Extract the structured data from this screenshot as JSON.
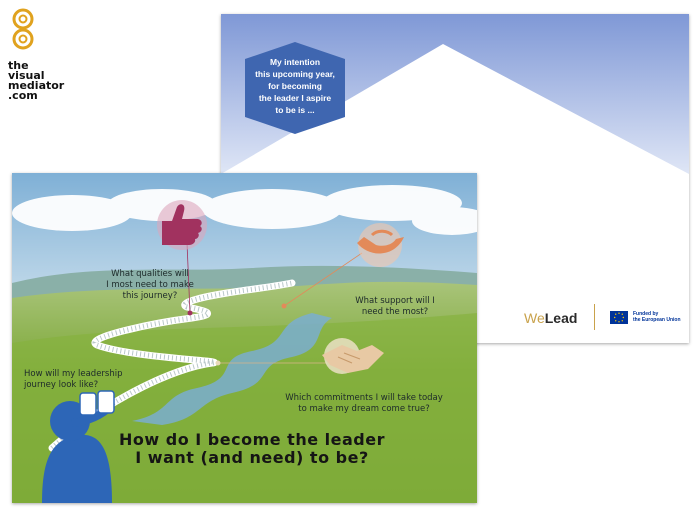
{
  "logo": {
    "line1": "the",
    "line2": "visual",
    "line3": "mediator",
    "line4": ".com"
  },
  "back_card": {
    "intention_lines": [
      "My intention",
      "this upcoming year,",
      "for becoming",
      "the leader I aspire",
      "to be is ..."
    ],
    "brand_we": "We",
    "brand_lead": "Lead",
    "eu_line1": "Funded by",
    "eu_line2": "the European Union"
  },
  "front_card": {
    "q_qualities": [
      "What qualities will",
      "I most need to make",
      "this journey?"
    ],
    "q_support": [
      "What support will I",
      "need the most?"
    ],
    "q_journey": [
      "How will my leadership",
      "journey look like?"
    ],
    "q_commitments": [
      "Which commitments I will take today",
      "to make my dream come true?"
    ],
    "title_line1": "How do I become the leader",
    "title_line2": "I want (and need) to be?"
  },
  "colors": {
    "sky_blue": "#8fa6dc",
    "thumb": "#a1325f",
    "hands": "#e38a59",
    "handshake": "#e8c9a4",
    "person": "#2d66b7",
    "grass": "#7ea93a"
  },
  "icons": [
    "swirl-logo-icon",
    "thumbs-up-icon",
    "open-hands-icon",
    "handshake-icon",
    "binoculars-person-icon",
    "eu-flag-icon"
  ]
}
